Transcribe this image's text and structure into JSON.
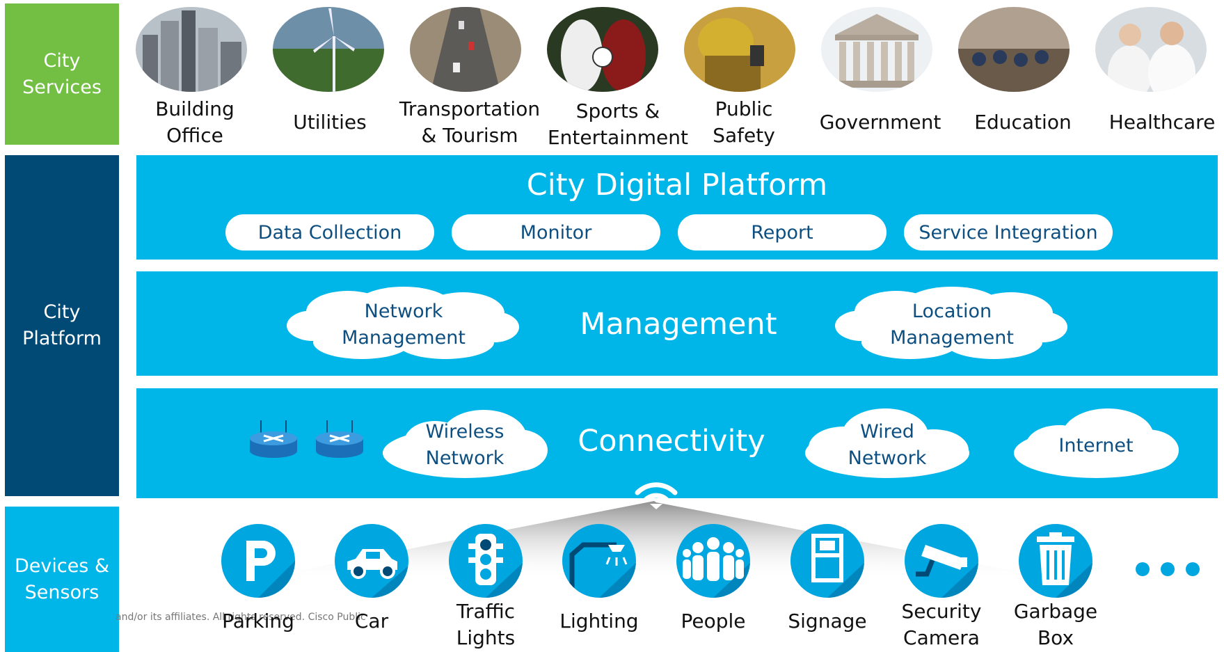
{
  "side": {
    "services": [
      "City",
      "Services"
    ],
    "platform": [
      "City",
      "Platform"
    ],
    "devices": [
      "Devices &",
      "Sensors"
    ]
  },
  "services": [
    {
      "lines": [
        "Building",
        "Office"
      ],
      "icon": "buildings-photo"
    },
    {
      "lines": [
        "Utilities"
      ],
      "icon": "wind-turbine-photo"
    },
    {
      "lines": [
        "Transportation",
        "& Tourism"
      ],
      "icon": "street-traffic-photo"
    },
    {
      "lines": [
        "Sports &",
        "Entertainment"
      ],
      "icon": "soccer-photo"
    },
    {
      "lines": [
        "Public",
        "Safety"
      ],
      "icon": "firefighter-photo"
    },
    {
      "lines": [
        "Government"
      ],
      "icon": "courthouse-photo"
    },
    {
      "lines": [
        "Education"
      ],
      "icon": "classroom-photo"
    },
    {
      "lines": [
        "Healthcare"
      ],
      "icon": "doctors-photo"
    }
  ],
  "platform": {
    "title": "City Digital Platform",
    "pills": [
      "Data Collection",
      "Monitor",
      "Report",
      "Service Integration"
    ]
  },
  "management": {
    "title": "Management",
    "network": [
      "Network",
      "Management"
    ],
    "location": [
      "Location",
      "Management"
    ]
  },
  "connectivity": {
    "title": "Connectivity",
    "wireless": [
      "Wireless",
      "Network"
    ],
    "wired": [
      "Wired",
      "Network"
    ],
    "internet": "Internet"
  },
  "devices": [
    {
      "lines": [
        "Parking"
      ],
      "icon": "parking-icon"
    },
    {
      "lines": [
        "Car"
      ],
      "icon": "car-icon"
    },
    {
      "lines": [
        "Traffic",
        "Lights"
      ],
      "icon": "traffic-light-icon"
    },
    {
      "lines": [
        "Lighting"
      ],
      "icon": "street-lamp-icon"
    },
    {
      "lines": [
        "People"
      ],
      "icon": "people-icon"
    },
    {
      "lines": [
        "Signage"
      ],
      "icon": "signage-icon"
    },
    {
      "lines": [
        "Security",
        "Camera"
      ],
      "icon": "security-camera-icon"
    },
    {
      "lines": [
        "Garbage",
        "Box"
      ],
      "icon": "garbage-bin-icon"
    }
  ],
  "copyright": "and/or its affiliates. All rights reserved.   Cisco Public",
  "colors": {
    "services_green": "#72bf44",
    "platform_navy": "#004a75",
    "band_cyan": "#00b5e8",
    "device_blue": "#00a6e0",
    "text_navy": "#0d4f80"
  }
}
